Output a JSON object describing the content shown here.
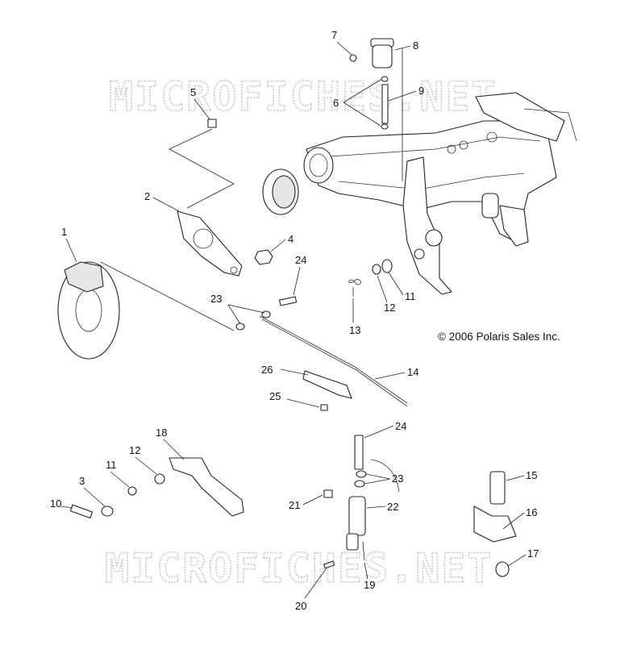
{
  "watermarks": [
    "MICROFICHES.NET",
    "MICROFICHES.NET"
  ],
  "copyright": "© 2006 Polaris Sales Inc.",
  "callouts": [
    "1",
    "2",
    "3",
    "4",
    "5",
    "6",
    "7",
    "8",
    "9",
    "10",
    "11",
    "11",
    "12",
    "12",
    "13",
    "14",
    "15",
    "16",
    "17",
    "18",
    "19",
    "20",
    "21",
    "22",
    "23",
    "23",
    "24",
    "24",
    "25",
    "26"
  ],
  "icons": {
    "symbol": "exploded-parts-diagram"
  }
}
